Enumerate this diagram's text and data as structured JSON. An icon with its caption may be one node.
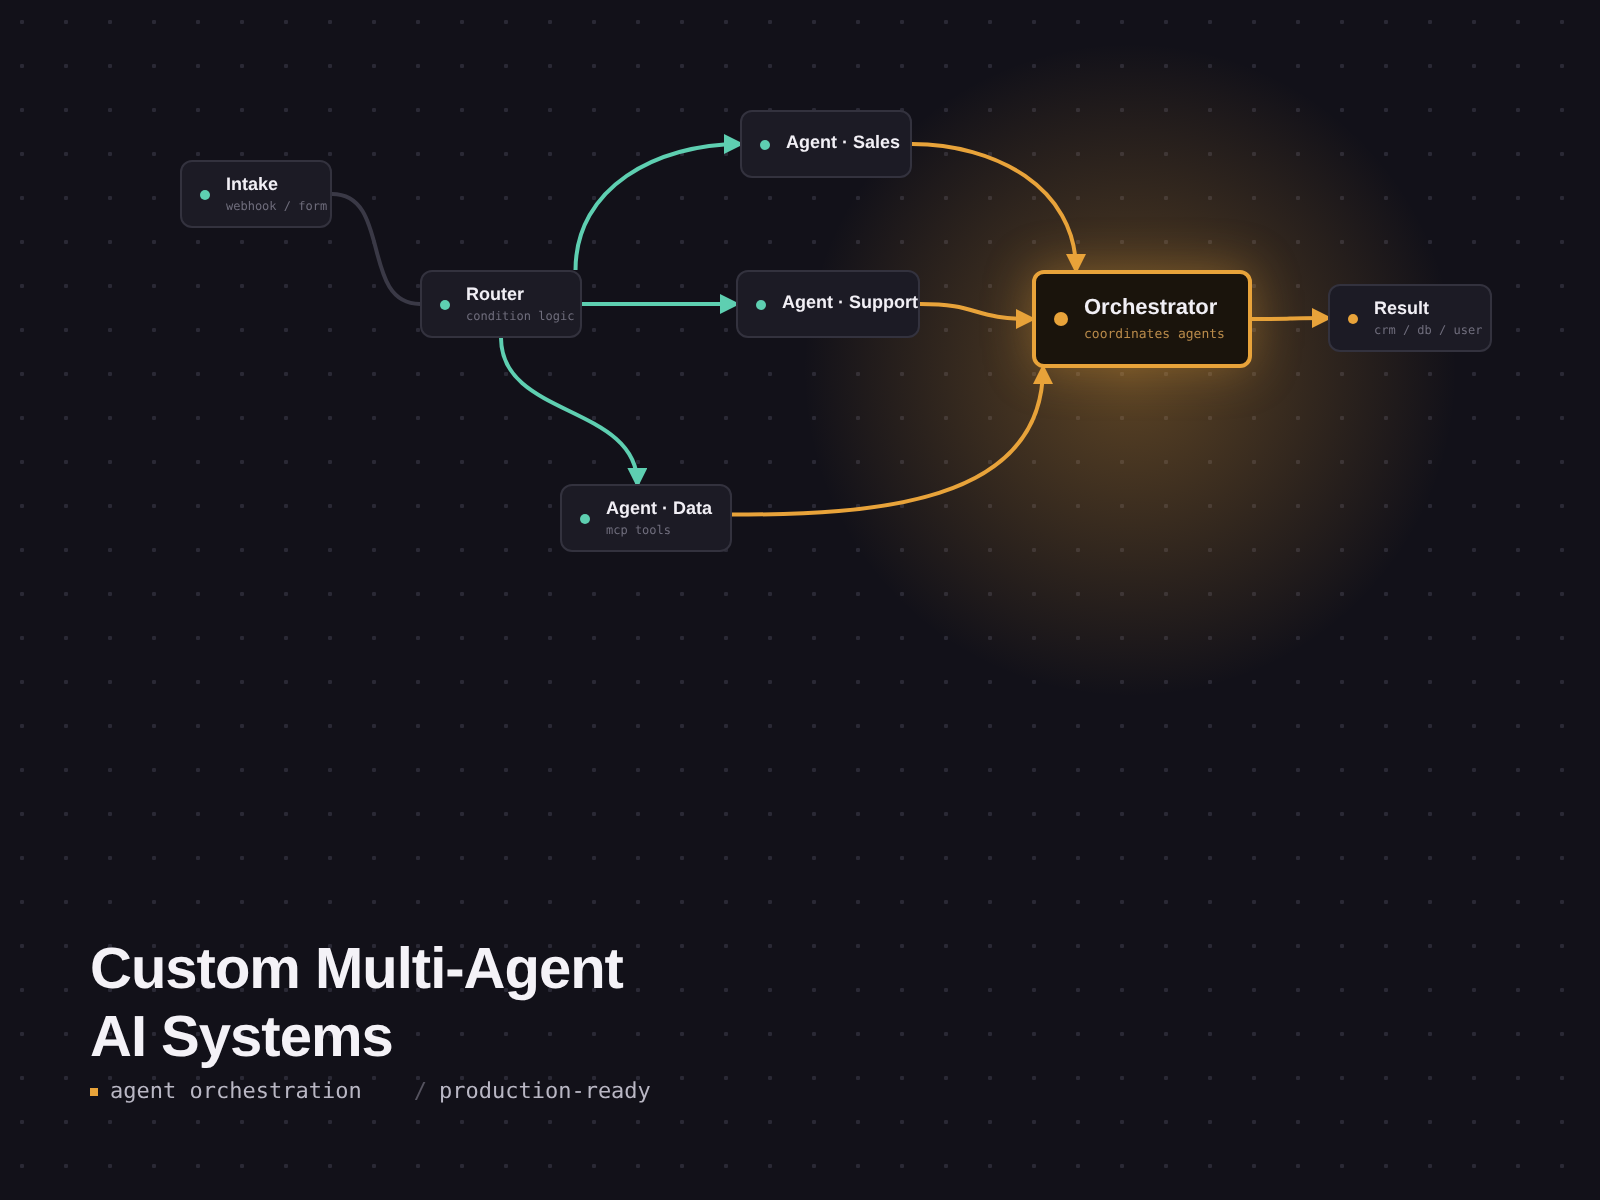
{
  "diagram": {
    "title": "Custom Multi-Agent AI Systems",
    "nodes": [
      {
        "text": [
          "Intake",
          "webhook / form"
        ]
      },
      {
        "text": [
          "Router",
          "condition logic"
        ]
      },
      {
        "text": [
          "Agent · Sales"
        ]
      },
      {
        "text": [
          "Agent · Support"
        ]
      },
      {
        "text": [
          "Agent · Data",
          "mcp tools"
        ]
      },
      {
        "text": [
          "Orchestrator",
          "coordinates agents"
        ]
      },
      {
        "text": [
          "Result",
          "crm / db / user"
        ]
      }
    ],
    "edges": [
      {
        "from": 0,
        "to": 1,
        "arrow": "none",
        "color": "#3a3946"
      },
      {
        "from": 1,
        "to": 2,
        "arrow": "to",
        "color": "#5ecfb1"
      },
      {
        "from": 1,
        "to": 3,
        "arrow": "to",
        "color": "#5ecfb1"
      },
      {
        "from": 1,
        "to": 4,
        "arrow": "to",
        "color": "#5ecfb1"
      },
      {
        "from": 2,
        "to": 5,
        "arrow": "to"
      },
      {
        "from": 3,
        "to": 5,
        "arrow": "to"
      },
      {
        "from": 4,
        "to": 5,
        "arrow": "to"
      },
      {
        "from": 5,
        "to": 6,
        "arrow": "to"
      }
    ],
    "labels": [
      "agent orchestration",
      "/",
      "production-ready"
    ]
  }
}
